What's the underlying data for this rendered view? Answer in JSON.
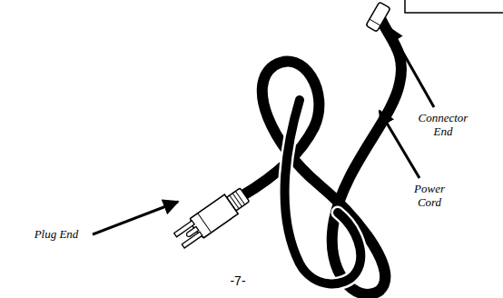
{
  "diagram": {
    "labels": [
      "Connector End",
      "Power Cord",
      "Plug End",
      "-7-"
    ]
  }
}
